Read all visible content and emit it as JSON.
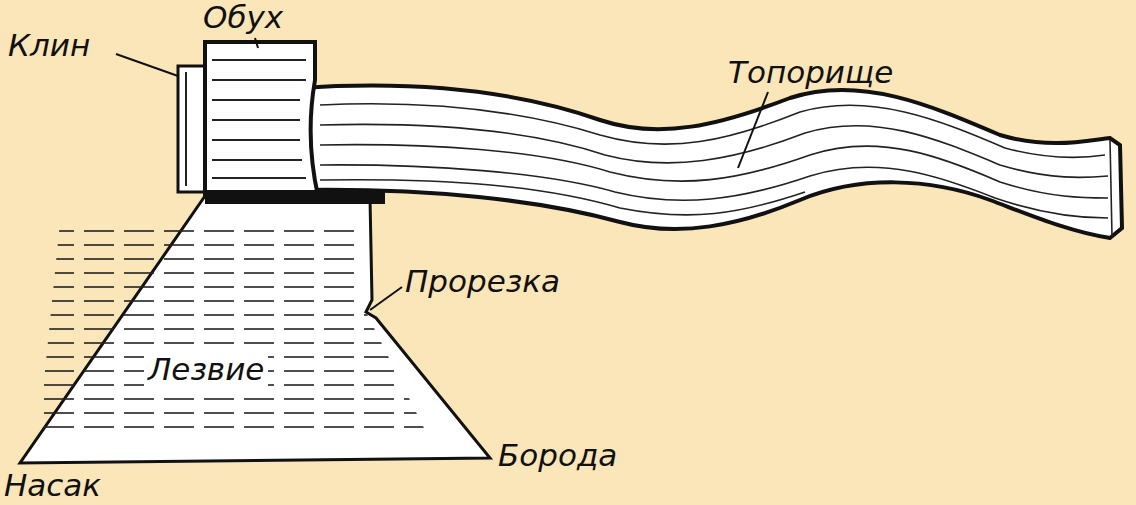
{
  "diagram": {
    "labels": [
      "Обух",
      "Клин",
      "Топорище",
      "Прорезка",
      "Лезвие",
      "Борода",
      "Насак"
    ]
  }
}
